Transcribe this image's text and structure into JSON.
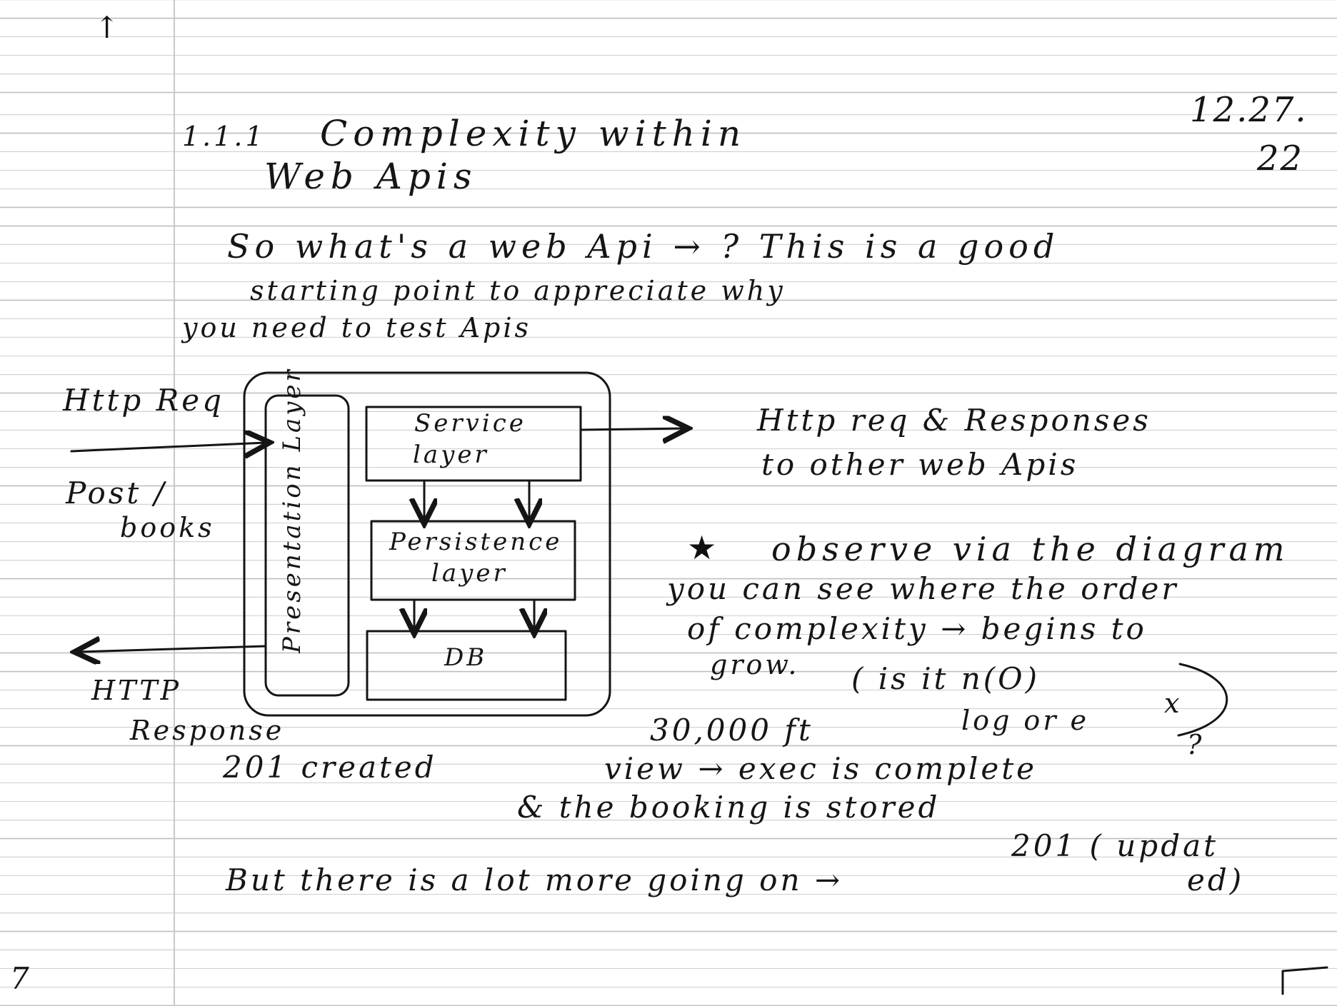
{
  "header": {
    "section_number": "1.1.1",
    "title_line1": "Complexity within",
    "title_line2": "Web Apis",
    "date_line1": "12.27.",
    "date_line2": "22"
  },
  "intro": {
    "line1": "So what's a web Api → ? This is a good",
    "line2": "starting point to appreciate why",
    "line3": "you need to test Apis"
  },
  "diagram": {
    "request_label": "Http Req",
    "request_path_line1": "Post /",
    "request_path_line2": "books",
    "response_label_line1": "HTTP",
    "response_label_line2": "Response",
    "presentation_layer": "Presentation Layer",
    "service_layer_line1": "Service",
    "service_layer_line2": "layer",
    "persistence_layer_line1": "Persistence",
    "persistence_layer_line2": "layer",
    "db": "DB",
    "external_line1": "Http req & Responses",
    "external_line2": "to other web Apis"
  },
  "observation": {
    "line1": "observe via the diagram",
    "line2": "you can see where the order",
    "line3": "of complexity → begins to",
    "line4": "grow.",
    "complexity_line1": "( is it n(O)",
    "complexity_line2": "log or e",
    "complexity_superscript": "x",
    "complexity_close": ")",
    "complexity_question": "?"
  },
  "notes": {
    "created": "201 created",
    "altitude": "30,000 ft",
    "view_line": "view → exec is complete",
    "booking_line": "& the booking is stored",
    "updated_line1": "201 ( updat",
    "updated_line2": "ed)",
    "closing": "But there is a lot more going on →"
  },
  "marks": {
    "top_left": "↑",
    "bottom_left": "7",
    "star_icon": "star-icon",
    "corner_icon": "corner-mark-icon"
  },
  "colors": {
    "ink": "#151515",
    "rule_line": "#bdbdbd",
    "margin_line": "#c8c8c8"
  }
}
